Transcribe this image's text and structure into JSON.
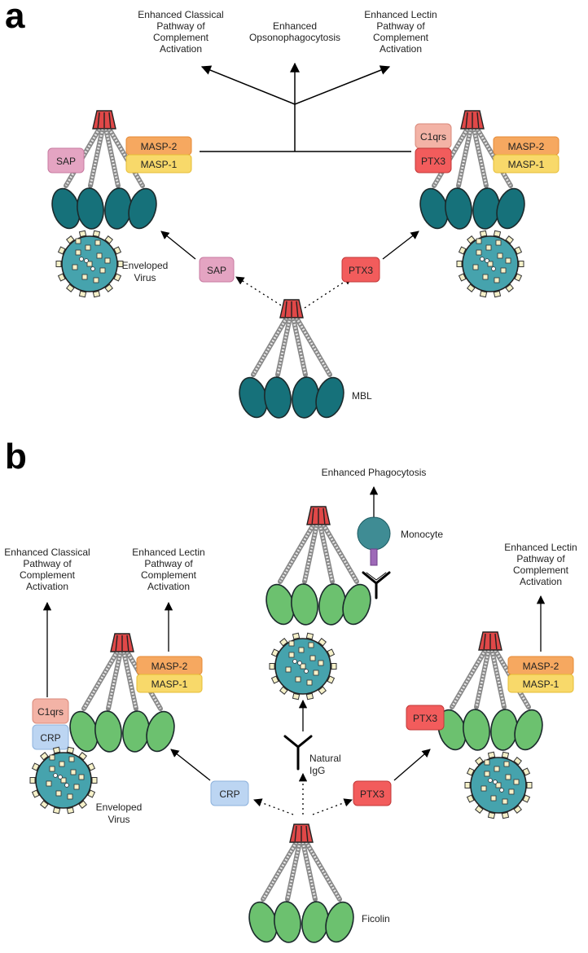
{
  "panel_a": {
    "letter": "a",
    "outcome_classical": [
      "Enhanced Classical",
      "Pathway of",
      "Complement",
      "Activation"
    ],
    "outcome_opsono": [
      "Enhanced",
      "Opsonophagocytosis"
    ],
    "outcome_lectin": [
      "Enhanced Lectin",
      "Pathway of",
      "Complement",
      "Activation"
    ],
    "sap": "SAP",
    "ptx3": "PTX3",
    "c1qrs": "C1qrs",
    "masp2": "MASP-2",
    "masp1": "MASP-1",
    "virus_label": [
      "Enveloped",
      "Virus"
    ],
    "mbl_label": "MBL"
  },
  "panel_b": {
    "letter": "b",
    "outcome_phago": "Enhanced Phagocytosis",
    "outcome_classical": [
      "Enhanced Classical",
      "Pathway of",
      "Complement",
      "Activation"
    ],
    "outcome_lectin_left": [
      "Enhanced Lectin",
      "Pathway of",
      "Complement",
      "Activation"
    ],
    "outcome_lectin_right": [
      "Enhanced Lectin",
      "Pathway of",
      "Complement",
      "Activation"
    ],
    "monocyte": "Monocyte",
    "c1qrs": "C1qrs",
    "crp": "CRP",
    "ptx3": "PTX3",
    "masp2": "MASP-2",
    "masp1": "MASP-1",
    "virus_label": [
      "Enveloped",
      "Virus"
    ],
    "natural_igg": [
      "Natural",
      "IgG"
    ],
    "ficolin_label": "Ficolin"
  },
  "colors": {
    "mbl_head": "#16717a",
    "ficolin_head": "#6cc16f",
    "stalk_cap": "#e04848",
    "virus": "#46a3ad",
    "sap": "#e4a4c2",
    "ptx3": "#f25c5c",
    "c1qrs": "#f3b3a6",
    "crp": "#bcd5f2",
    "masp2": "#f6a860",
    "masp1": "#f8d96a",
    "monocyte": "#3f8c94",
    "monocyte_stem": "#9e69b8"
  }
}
